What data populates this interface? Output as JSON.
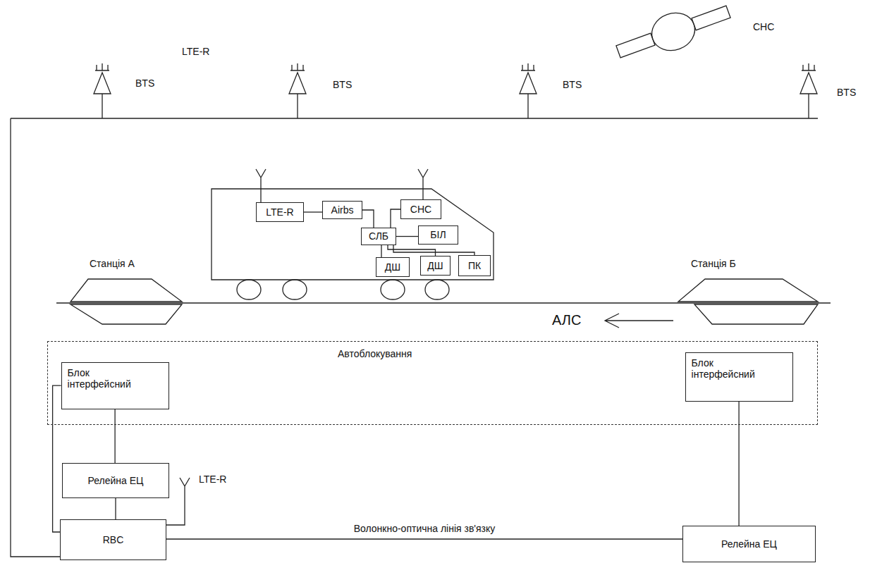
{
  "diagram": {
    "nodes": [
      {
        "text": [
          "LTE-R"
        ]
      },
      {
        "text": [
          "Airbs"
        ]
      },
      {
        "text": [
          "СНС"
        ]
      },
      {
        "text": [
          "СЛБ"
        ]
      },
      {
        "text": [
          "БІЛ"
        ]
      },
      {
        "text": [
          "ДШ"
        ]
      },
      {
        "text": [
          "ДШ"
        ]
      },
      {
        "text": [
          "ПК"
        ]
      },
      {
        "text": [
          "Автоблокування"
        ]
      },
      {
        "text": [
          "Блок інтерфейсний"
        ],
        "in": 8
      },
      {
        "text": [
          "Блок інтерфейсний"
        ],
        "in": 8
      },
      {
        "text": [
          "Релейна ЕЦ"
        ]
      },
      {
        "text": [
          "RBC"
        ]
      },
      {
        "text": [
          "Релейна ЕЦ"
        ]
      }
    ],
    "edges": [
      {
        "from": 0,
        "to": 1,
        "arrow": "none"
      },
      {
        "from": 1,
        "to": 3,
        "arrow": "none"
      },
      {
        "from": 2,
        "to": 3,
        "arrow": "none"
      },
      {
        "from": 3,
        "to": 4,
        "arrow": "none"
      },
      {
        "from": 3,
        "to": 5,
        "arrow": "none"
      },
      {
        "from": 3,
        "to": 6,
        "arrow": "none"
      },
      {
        "from": 3,
        "to": 7,
        "arrow": "none"
      },
      {
        "from": 9,
        "to": 11,
        "arrow": "none"
      },
      {
        "from": 11,
        "to": 12,
        "arrow": "none"
      },
      {
        "from": 9,
        "to": 12,
        "arrow": "none"
      },
      {
        "from": 12,
        "to": 13,
        "label": "Волонкно-оптична лінія зв'язку",
        "arrow": "none"
      },
      {
        "from": 10,
        "to": 13,
        "arrow": "none"
      }
    ],
    "labels": [
      "LTE-R",
      "BTS",
      "BTS",
      "BTS",
      "BTS",
      "СНС",
      "Станція А",
      "Станція Б",
      "АЛС",
      "LTE-R"
    ]
  }
}
